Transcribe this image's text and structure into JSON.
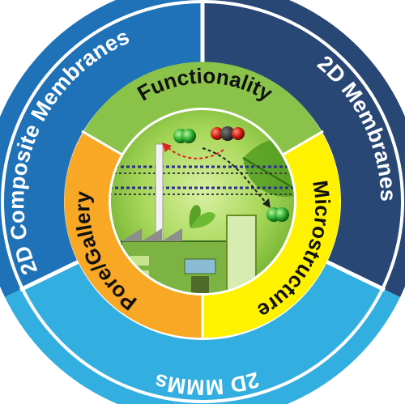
{
  "outer_ring": {
    "top_left": "2D Composite Membranes",
    "right": "2D Membranes",
    "bottom": "2D MMMs"
  },
  "inner_ring": {
    "top": "Functionality",
    "left": "Pore/Gallery",
    "right": "Microstructure"
  },
  "colors": {
    "outer_blue": "#1f72b7",
    "outer_navy": "#284775",
    "outer_cyan": "#32aee0",
    "inner_green": "#8bc34a",
    "inner_orange": "#f9a825",
    "inner_yellow": "#fff200",
    "center_bg": "#9fd14e"
  },
  "icons": [
    "green-molecule-icon",
    "co2-molecule-icon",
    "factory-icon",
    "membrane-layers-icon",
    "leaf-icon"
  ]
}
